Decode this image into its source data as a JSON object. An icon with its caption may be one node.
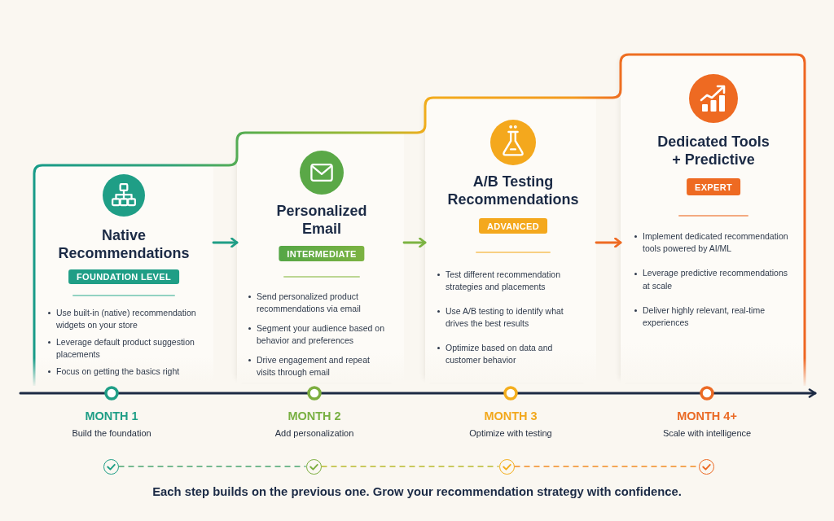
{
  "diagram": {
    "nodes": [
      {
        "text": [
          "Native Recommendations",
          "FOUNDATION LEVEL",
          "Use built-in (native) recommendation widgets on your store",
          "Leverage default product suggestion placements",
          "Focus on getting the basics right"
        ]
      },
      {
        "text": [
          "Personalized Email",
          "INTERMEDIATE",
          "Send personalized product recommendations via email",
          "Segment your audience based on behavior and preferences",
          "Drive engagement and repeat visits through email"
        ]
      },
      {
        "text": [
          "A/B Testing Recommendations",
          "ADVANCED",
          "Test different recommendation strategies and placements",
          "Use A/B testing to identify what drives the best results",
          "Optimize based on data and customer behavior"
        ]
      },
      {
        "text": [
          "Dedicated Tools + Predictive",
          "EXPERT",
          "Implement dedicated recommendation tools powered by AI/ML",
          "Leverage predictive recommendations at scale",
          "Deliver highly relevant, real-time experiences"
        ]
      },
      {
        "text": [],
        "shape": "circle"
      },
      {
        "text": [],
        "shape": "circle"
      },
      {
        "text": [],
        "shape": "circle"
      },
      {
        "text": [],
        "shape": "circle"
      }
    ],
    "edges": [
      {
        "from": 0,
        "to": 1,
        "arrow": "to",
        "color": "#1f9e86"
      },
      {
        "from": 1,
        "to": 2,
        "arrow": "to",
        "color": "#7cb342"
      },
      {
        "from": 2,
        "to": 3,
        "arrow": "to",
        "color": "#ee6a22"
      },
      {
        "from": 4,
        "to": 5,
        "arrow": "none",
        "style": "dashed",
        "color": "#48a56f"
      },
      {
        "from": 5,
        "to": 6,
        "arrow": "none",
        "style": "dashed",
        "color": "#b9bb2c"
      },
      {
        "from": 6,
        "to": 7,
        "arrow": "none",
        "style": "dashed",
        "color": "#f28c22"
      }
    ],
    "labels": [
      "MONTH 1",
      "Build the foundation",
      "MONTH 2",
      "Add personalization",
      "MONTH 3",
      "Optimize with testing",
      "MONTH 4+",
      "Scale with intelligence"
    ],
    "caption": "Each step builds on the previous one. Grow your recommendation strategy with confidence."
  }
}
